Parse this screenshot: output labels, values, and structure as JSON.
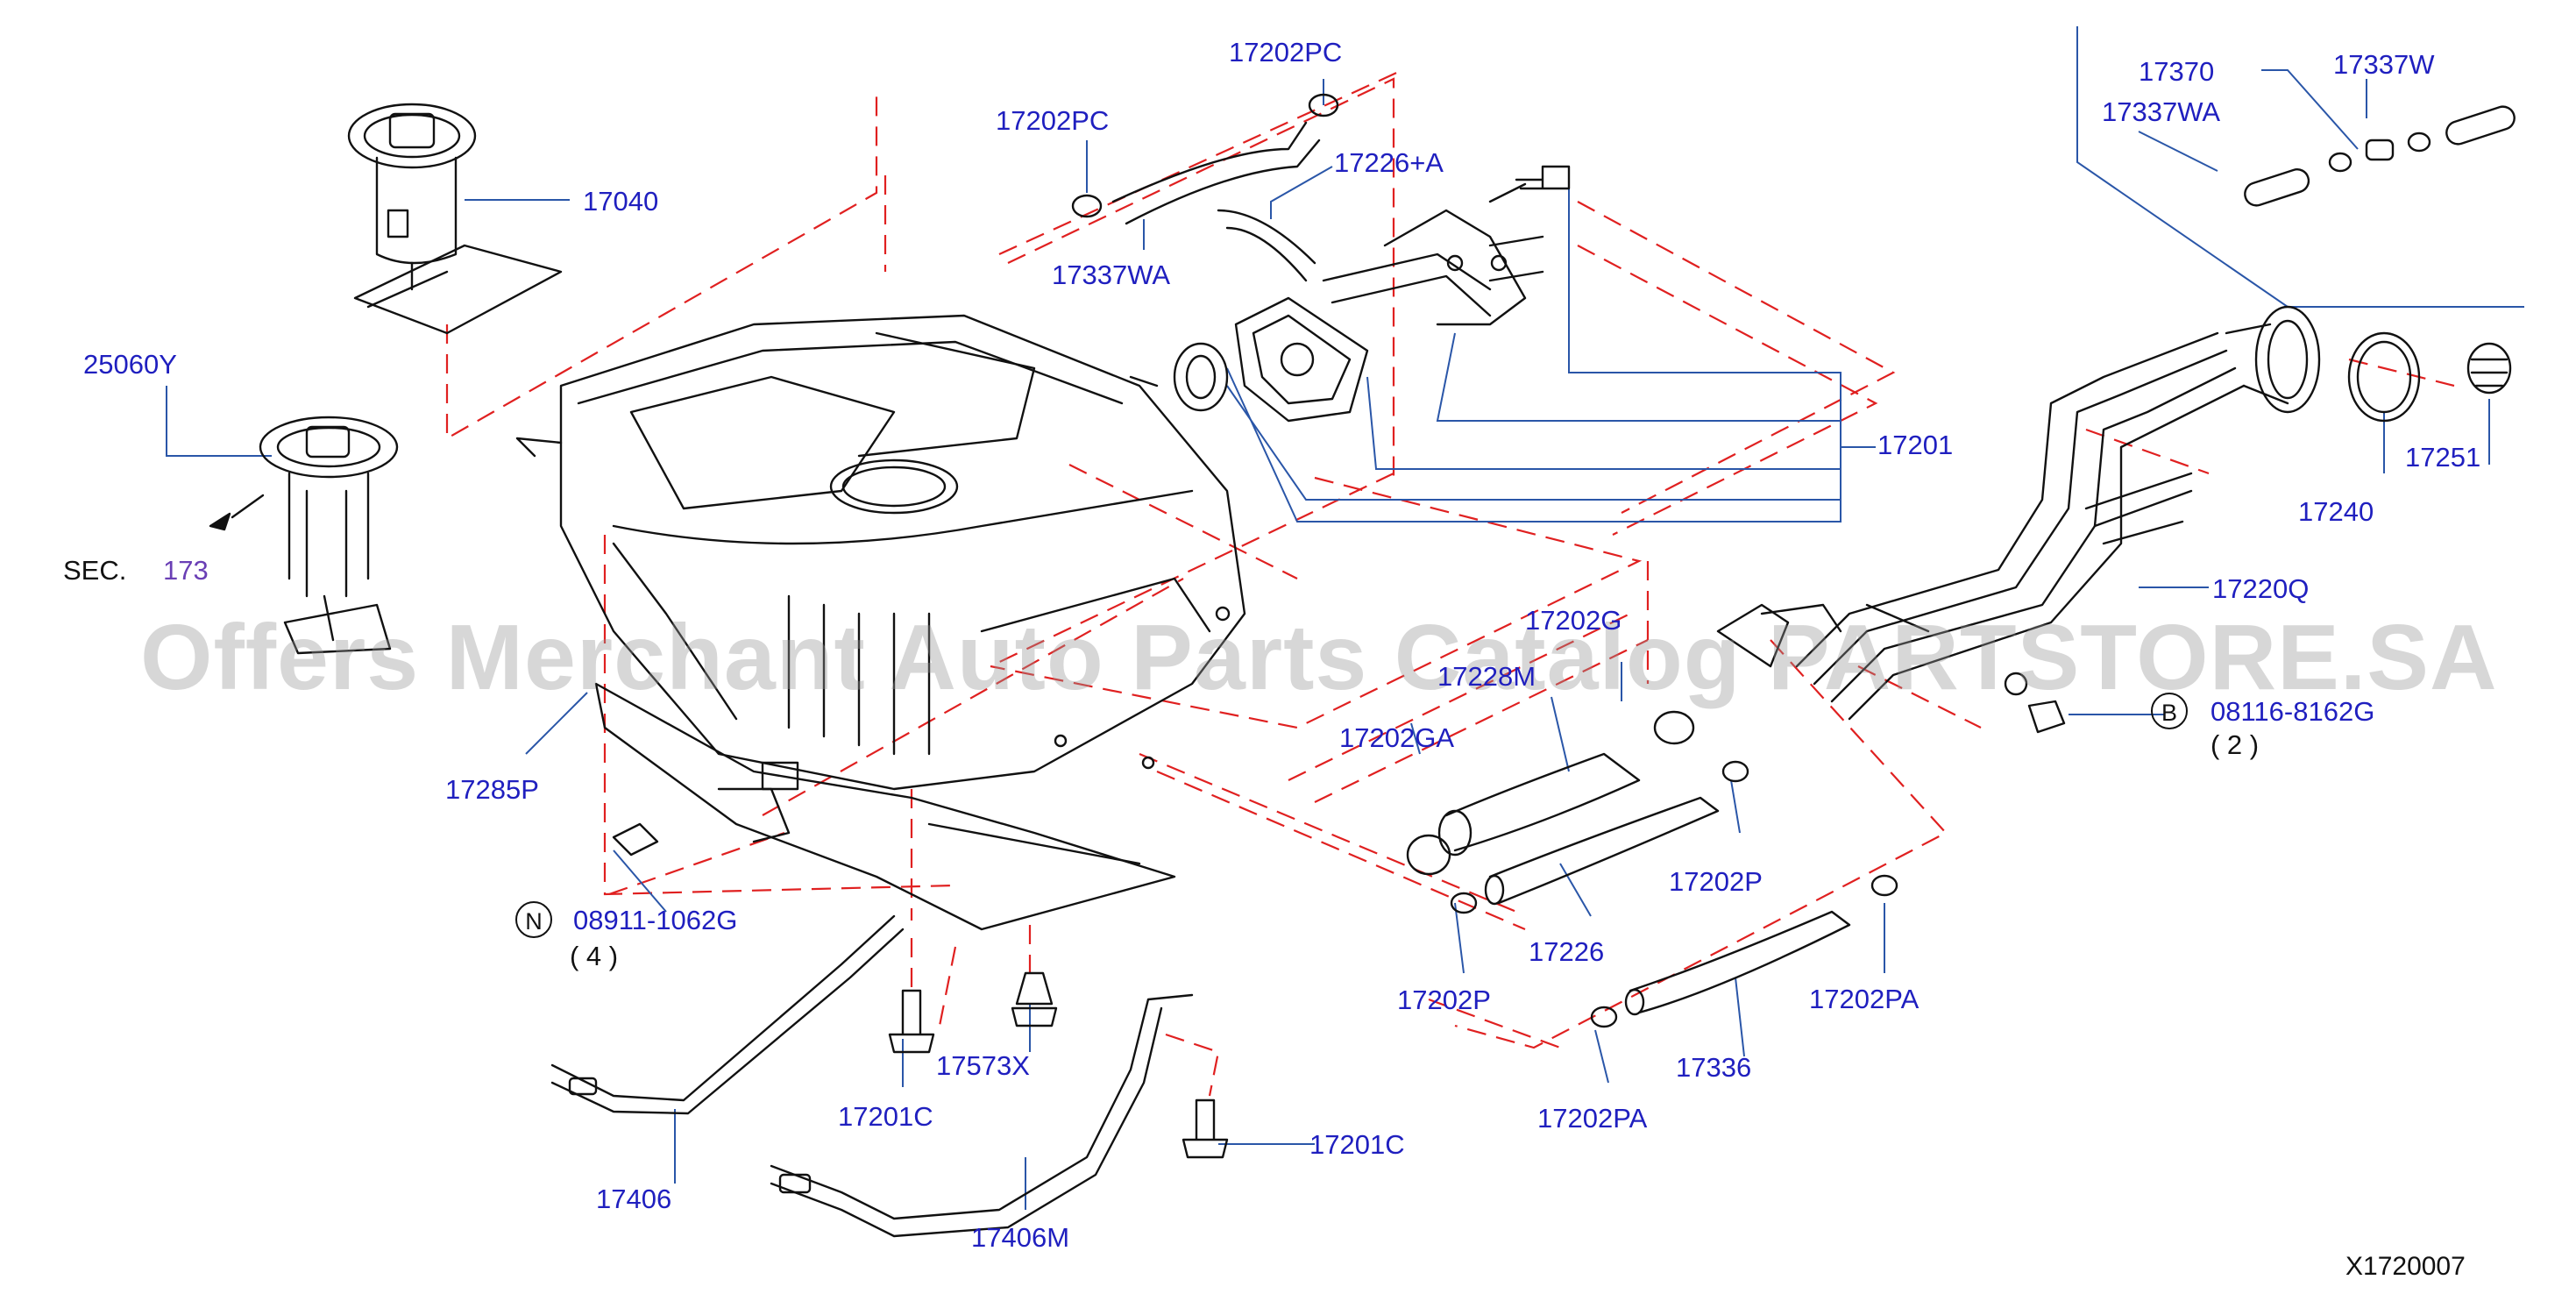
{
  "watermark": "Offers Merchant Auto Parts Catalog PARTSTORE.SA",
  "diagram_code": "X1720007",
  "sec_ref": {
    "label": "SEC.",
    "number": "173"
  },
  "callouts": {
    "p17040": "17040",
    "p25060y": "25060Y",
    "p17202pc_top": "17202PC",
    "p17202pc_left": "17202PC",
    "p17226a": "17226+A",
    "p17337wa_mid": "17337WA",
    "p17370": "17370",
    "p17337w": "17337W",
    "p17337wa_right": "17337WA",
    "p17201": "17201",
    "p17240": "17240",
    "p17251": "17251",
    "p17220q": "17220Q",
    "p17202g": "17202G",
    "p17228m": "17228M",
    "p17202ga": "17202GA",
    "p08116": "08116-8162G",
    "p08116_qty": "( 2 )",
    "p17285p": "17285P",
    "p08911": "08911-1062G",
    "p08911_qty": "( 4 )",
    "p17202p_right": "17202P",
    "p17226": "17226",
    "p17202p_left": "17202P",
    "p17202pa_right": "17202PA",
    "p17336": "17336",
    "p17202pa_left": "17202PA",
    "p17573x": "17573X",
    "p17201c_left": "17201C",
    "p17201c_right": "17201C",
    "p17406": "17406",
    "p17406m": "17406M"
  },
  "markers": {
    "bolt_b": "B",
    "nut_n": "N"
  },
  "colors": {
    "callout": "#1f1fbf",
    "leader": "#2a56a8",
    "phantom": "#e02020",
    "outline": "#111111",
    "sec_number": "#6a3fb5",
    "watermark": "#999999"
  }
}
